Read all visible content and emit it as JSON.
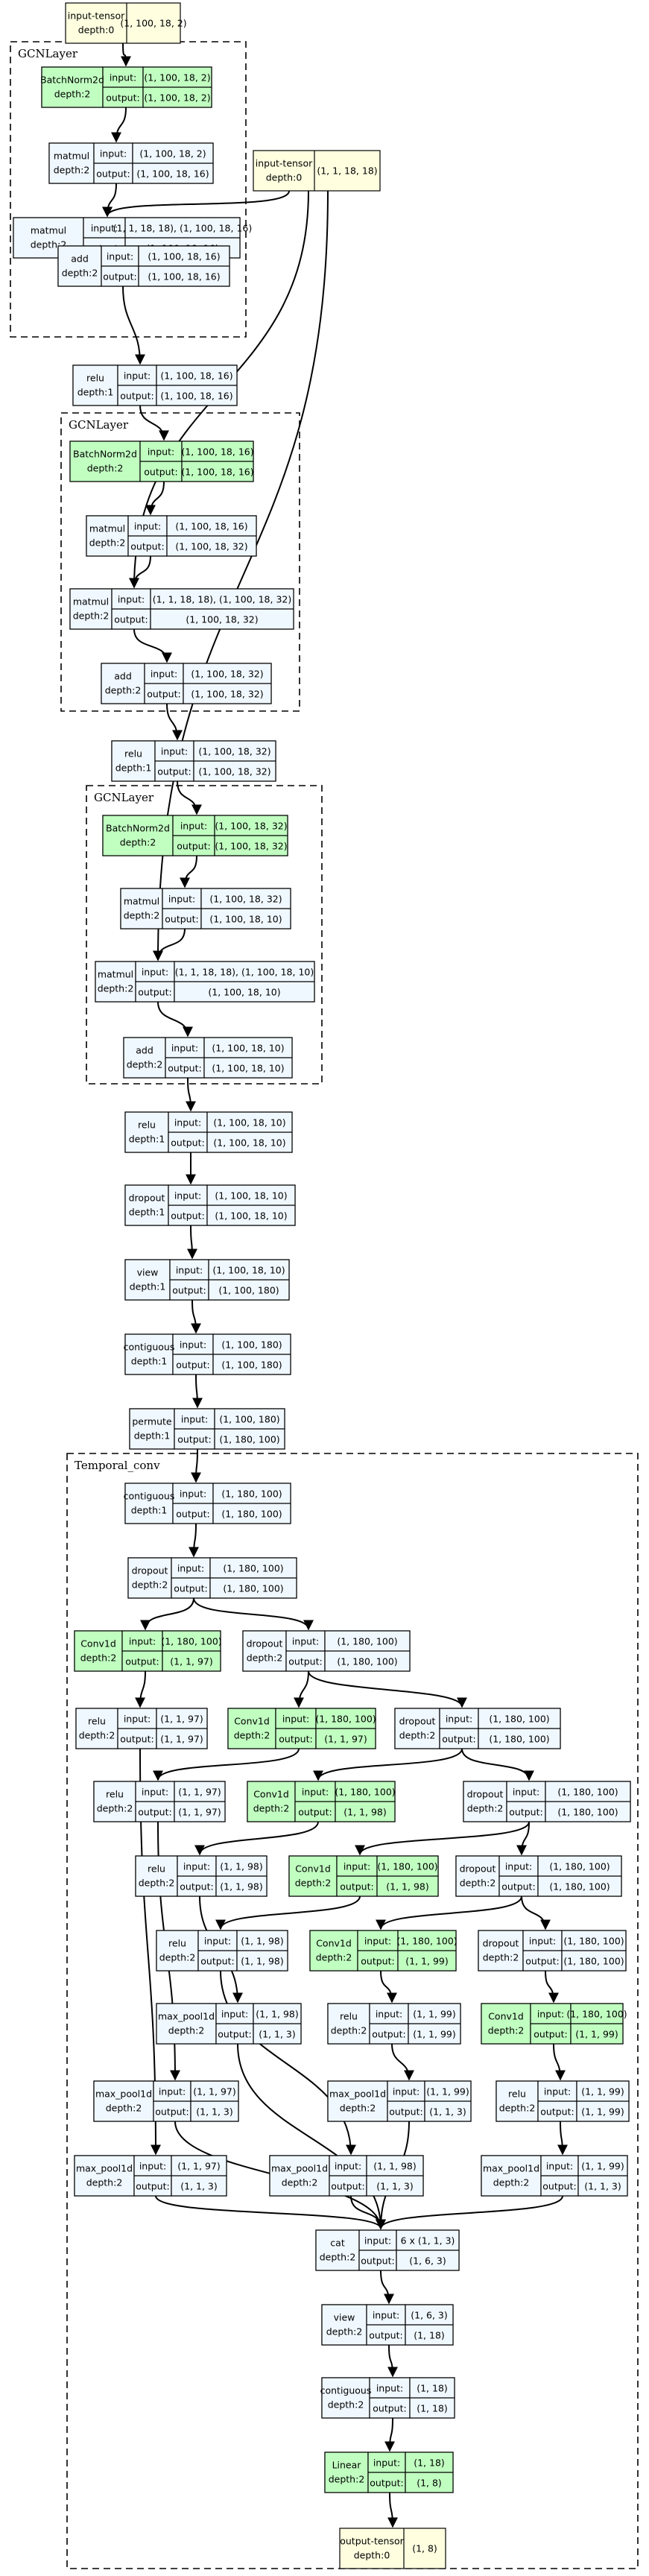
{
  "labels": {
    "input": "input:",
    "output": "output:"
  },
  "clusters": [
    {
      "id": "gcn1",
      "label": "GCNLayer"
    },
    {
      "id": "gcn2",
      "label": "GCNLayer"
    },
    {
      "id": "gcn3",
      "label": "GCNLayer"
    },
    {
      "id": "tconv",
      "label": "Temporal_conv"
    }
  ],
  "nodes": [
    {
      "id": "in0",
      "type": "tensor",
      "name": "input-tensor",
      "depth": "depth:0",
      "value": "(1, 100, 18, 2)"
    },
    {
      "id": "in1",
      "type": "tensor",
      "name": "input-tensor",
      "depth": "depth:0",
      "value": "(1, 1, 18, 18)"
    },
    {
      "id": "bn1",
      "type": "module",
      "name": "BatchNorm2d",
      "depth": "depth:2",
      "input": "(1, 100, 18, 2)",
      "output": "(1, 100, 18, 2)"
    },
    {
      "id": "mm1a",
      "type": "function",
      "name": "matmul",
      "depth": "depth:2",
      "input": "(1, 100, 18, 2)",
      "output": "(1, 100, 18, 16)"
    },
    {
      "id": "mm1b",
      "type": "function",
      "name": "matmul",
      "depth": "depth:2",
      "input": "(1, 1, 18, 18), (1, 100, 18, 16)",
      "output": "(1, 100, 18, 16)"
    },
    {
      "id": "add1",
      "type": "function",
      "name": "add",
      "depth": "depth:2",
      "input": "(1, 100, 18, 16)",
      "output": "(1, 100, 18, 16)"
    },
    {
      "id": "relu1",
      "type": "function",
      "name": "relu",
      "depth": "depth:1",
      "input": "(1, 100, 18, 16)",
      "output": "(1, 100, 18, 16)"
    },
    {
      "id": "bn2",
      "type": "module",
      "name": "BatchNorm2d",
      "depth": "depth:2",
      "input": "(1, 100, 18, 16)",
      "output": "(1, 100, 18, 16)"
    },
    {
      "id": "mm2a",
      "type": "function",
      "name": "matmul",
      "depth": "depth:2",
      "input": "(1, 100, 18, 16)",
      "output": "(1, 100, 18, 32)"
    },
    {
      "id": "mm2b",
      "type": "function",
      "name": "matmul",
      "depth": "depth:2",
      "input": "(1, 1, 18, 18), (1, 100, 18, 32)",
      "output": "(1, 100, 18, 32)"
    },
    {
      "id": "add2",
      "type": "function",
      "name": "add",
      "depth": "depth:2",
      "input": "(1, 100, 18, 32)",
      "output": "(1, 100, 18, 32)"
    },
    {
      "id": "relu2",
      "type": "function",
      "name": "relu",
      "depth": "depth:1",
      "input": "(1, 100, 18, 32)",
      "output": "(1, 100, 18, 32)"
    },
    {
      "id": "bn3",
      "type": "module",
      "name": "BatchNorm2d",
      "depth": "depth:2",
      "input": "(1, 100, 18, 32)",
      "output": "(1, 100, 18, 32)"
    },
    {
      "id": "mm3a",
      "type": "function",
      "name": "matmul",
      "depth": "depth:2",
      "input": "(1, 100, 18, 32)",
      "output": "(1, 100, 18, 10)"
    },
    {
      "id": "mm3b",
      "type": "function",
      "name": "matmul",
      "depth": "depth:2",
      "input": "(1, 1, 18, 18), (1, 100, 18, 10)",
      "output": "(1, 100, 18, 10)"
    },
    {
      "id": "add3",
      "type": "function",
      "name": "add",
      "depth": "depth:2",
      "input": "(1, 100, 18, 10)",
      "output": "(1, 100, 18, 10)"
    },
    {
      "id": "relu3",
      "type": "function",
      "name": "relu",
      "depth": "depth:1",
      "input": "(1, 100, 18, 10)",
      "output": "(1, 100, 18, 10)"
    },
    {
      "id": "drop1",
      "type": "function",
      "name": "dropout",
      "depth": "depth:1",
      "input": "(1, 100, 18, 10)",
      "output": "(1, 100, 18, 10)"
    },
    {
      "id": "view1",
      "type": "function",
      "name": "view",
      "depth": "depth:1",
      "input": "(1, 100, 18, 10)",
      "output": "(1, 100, 180)"
    },
    {
      "id": "contig1",
      "type": "function",
      "name": "contiguous",
      "depth": "depth:1",
      "input": "(1, 100, 180)",
      "output": "(1, 100, 180)"
    },
    {
      "id": "perm1",
      "type": "function",
      "name": "permute",
      "depth": "depth:1",
      "input": "(1, 100, 180)",
      "output": "(1, 180, 100)"
    },
    {
      "id": "contig2",
      "type": "function",
      "name": "contiguous",
      "depth": "depth:1",
      "input": "(1, 180, 100)",
      "output": "(1, 180, 100)"
    },
    {
      "id": "tdrop1",
      "type": "function",
      "name": "dropout",
      "depth": "depth:2",
      "input": "(1, 180, 100)",
      "output": "(1, 180, 100)"
    },
    {
      "id": "conv1",
      "type": "module",
      "name": "Conv1d",
      "depth": "depth:2",
      "input": "(1, 180, 100)",
      "output": "(1, 1, 97)"
    },
    {
      "id": "tdrop2",
      "type": "function",
      "name": "dropout",
      "depth": "depth:2",
      "input": "(1, 180, 100)",
      "output": "(1, 180, 100)"
    },
    {
      "id": "relu_c1",
      "type": "function",
      "name": "relu",
      "depth": "depth:2",
      "input": "(1, 1, 97)",
      "output": "(1, 1, 97)"
    },
    {
      "id": "conv2",
      "type": "module",
      "name": "Conv1d",
      "depth": "depth:2",
      "input": "(1, 180, 100)",
      "output": "(1, 1, 97)"
    },
    {
      "id": "tdrop3",
      "type": "function",
      "name": "dropout",
      "depth": "depth:2",
      "input": "(1, 180, 100)",
      "output": "(1, 180, 100)"
    },
    {
      "id": "relu_c2",
      "type": "function",
      "name": "relu",
      "depth": "depth:2",
      "input": "(1, 1, 97)",
      "output": "(1, 1, 97)"
    },
    {
      "id": "conv3",
      "type": "module",
      "name": "Conv1d",
      "depth": "depth:2",
      "input": "(1, 180, 100)",
      "output": "(1, 1, 98)"
    },
    {
      "id": "tdrop4",
      "type": "function",
      "name": "dropout",
      "depth": "depth:2",
      "input": "(1, 180, 100)",
      "output": "(1, 180, 100)"
    },
    {
      "id": "relu_c3",
      "type": "function",
      "name": "relu",
      "depth": "depth:2",
      "input": "(1, 1, 98)",
      "output": "(1, 1, 98)"
    },
    {
      "id": "conv4",
      "type": "module",
      "name": "Conv1d",
      "depth": "depth:2",
      "input": "(1, 180, 100)",
      "output": "(1, 1, 98)"
    },
    {
      "id": "tdrop5",
      "type": "function",
      "name": "dropout",
      "depth": "depth:2",
      "input": "(1, 180, 100)",
      "output": "(1, 180, 100)"
    },
    {
      "id": "relu_c4",
      "type": "function",
      "name": "relu",
      "depth": "depth:2",
      "input": "(1, 1, 98)",
      "output": "(1, 1, 98)"
    },
    {
      "id": "conv5",
      "type": "module",
      "name": "Conv1d",
      "depth": "depth:2",
      "input": "(1, 180, 100)",
      "output": "(1, 1, 99)"
    },
    {
      "id": "tdrop6",
      "type": "function",
      "name": "dropout",
      "depth": "depth:2",
      "input": "(1, 180, 100)",
      "output": "(1, 180, 100)"
    },
    {
      "id": "mp3",
      "type": "function",
      "name": "max_pool1d",
      "depth": "depth:2",
      "input": "(1, 1, 98)",
      "output": "(1, 1, 3)"
    },
    {
      "id": "relu_c5",
      "type": "function",
      "name": "relu",
      "depth": "depth:2",
      "input": "(1, 1, 99)",
      "output": "(1, 1, 99)"
    },
    {
      "id": "conv6",
      "type": "module",
      "name": "Conv1d",
      "depth": "depth:2",
      "input": "(1, 180, 100)",
      "output": "(1, 1, 99)"
    },
    {
      "id": "mp2",
      "type": "function",
      "name": "max_pool1d",
      "depth": "depth:2",
      "input": "(1, 1, 97)",
      "output": "(1, 1, 3)"
    },
    {
      "id": "mp5",
      "type": "function",
      "name": "max_pool1d",
      "depth": "depth:2",
      "input": "(1, 1, 99)",
      "output": "(1, 1, 3)"
    },
    {
      "id": "relu_c6",
      "type": "function",
      "name": "relu",
      "depth": "depth:2",
      "input": "(1, 1, 99)",
      "output": "(1, 1, 99)"
    },
    {
      "id": "mp1",
      "type": "function",
      "name": "max_pool1d",
      "depth": "depth:2",
      "input": "(1, 1, 97)",
      "output": "(1, 1, 3)"
    },
    {
      "id": "mp4",
      "type": "function",
      "name": "max_pool1d",
      "depth": "depth:2",
      "input": "(1, 1, 98)",
      "output": "(1, 1, 3)"
    },
    {
      "id": "mp6",
      "type": "function",
      "name": "max_pool1d",
      "depth": "depth:2",
      "input": "(1, 1, 99)",
      "output": "(1, 1, 3)"
    },
    {
      "id": "cat1",
      "type": "function",
      "name": "cat",
      "depth": "depth:2",
      "input": "6 x (1, 1, 3)",
      "output": "(1, 6, 3)"
    },
    {
      "id": "view2",
      "type": "function",
      "name": "view",
      "depth": "depth:2",
      "input": "(1, 6, 3)",
      "output": "(1, 18)"
    },
    {
      "id": "contig3",
      "type": "function",
      "name": "contiguous",
      "depth": "depth:2",
      "input": "(1, 18)",
      "output": "(1, 18)"
    },
    {
      "id": "lin1",
      "type": "module",
      "name": "Linear",
      "depth": "depth:2",
      "input": "(1, 18)",
      "output": "(1, 8)"
    },
    {
      "id": "out0",
      "type": "tensor",
      "name": "output-tensor",
      "depth": "depth:0",
      "value": "(1, 8)"
    }
  ],
  "edges": [
    [
      "in0",
      "bn1"
    ],
    [
      "bn1",
      "mm1a"
    ],
    [
      "mm1a",
      "mm1b"
    ],
    [
      "in1",
      "mm1b"
    ],
    [
      "mm1b",
      "add1"
    ],
    [
      "add1",
      "relu1"
    ],
    [
      "relu1",
      "bn2"
    ],
    [
      "bn2",
      "mm2a"
    ],
    [
      "mm2a",
      "mm2b"
    ],
    [
      "in1",
      "mm2b"
    ],
    [
      "mm2b",
      "add2"
    ],
    [
      "add2",
      "relu2"
    ],
    [
      "relu2",
      "bn3"
    ],
    [
      "bn3",
      "mm3a"
    ],
    [
      "mm3a",
      "mm3b"
    ],
    [
      "in1",
      "mm3b"
    ],
    [
      "mm3b",
      "add3"
    ],
    [
      "add3",
      "relu3"
    ],
    [
      "relu3",
      "drop1"
    ],
    [
      "drop1",
      "view1"
    ],
    [
      "view1",
      "contig1"
    ],
    [
      "contig1",
      "perm1"
    ],
    [
      "perm1",
      "contig2"
    ],
    [
      "contig2",
      "tdrop1"
    ],
    [
      "tdrop1",
      "conv1"
    ],
    [
      "tdrop1",
      "tdrop2"
    ],
    [
      "conv1",
      "relu_c1"
    ],
    [
      "tdrop2",
      "conv2"
    ],
    [
      "tdrop2",
      "tdrop3"
    ],
    [
      "conv2",
      "relu_c2"
    ],
    [
      "tdrop3",
      "conv3"
    ],
    [
      "tdrop3",
      "tdrop4"
    ],
    [
      "conv3",
      "relu_c3"
    ],
    [
      "tdrop4",
      "conv4"
    ],
    [
      "tdrop4",
      "tdrop5"
    ],
    [
      "conv4",
      "relu_c4"
    ],
    [
      "tdrop5",
      "conv5"
    ],
    [
      "tdrop5",
      "tdrop6"
    ],
    [
      "relu_c3",
      "mp3"
    ],
    [
      "conv5",
      "relu_c5"
    ],
    [
      "tdrop6",
      "conv6"
    ],
    [
      "relu_c2",
      "mp2"
    ],
    [
      "relu_c5",
      "mp5"
    ],
    [
      "conv6",
      "relu_c6"
    ],
    [
      "relu_c1",
      "mp1"
    ],
    [
      "relu_c4",
      "mp4"
    ],
    [
      "relu_c6",
      "mp6"
    ],
    [
      "mp1",
      "cat1"
    ],
    [
      "mp2",
      "cat1"
    ],
    [
      "mp3",
      "cat1"
    ],
    [
      "mp4",
      "cat1"
    ],
    [
      "mp5",
      "cat1"
    ],
    [
      "mp6",
      "cat1"
    ],
    [
      "cat1",
      "view2"
    ],
    [
      "view2",
      "contig3"
    ],
    [
      "contig3",
      "lin1"
    ],
    [
      "lin1",
      "out0"
    ]
  ],
  "colors": {
    "tensor": "#ffffe0",
    "module": "#c1ffc1",
    "function": "#f0f8ff",
    "edge": "#000000"
  }
}
